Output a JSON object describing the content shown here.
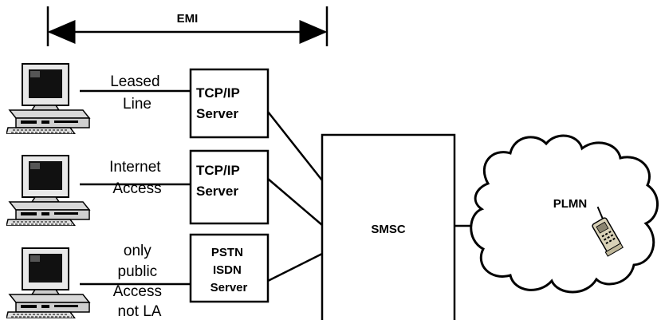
{
  "emi_label": "EMI",
  "connections": [
    {
      "label_lines": [
        "Leased",
        "Line"
      ]
    },
    {
      "label_lines": [
        "Internet",
        "Access"
      ]
    },
    {
      "label_lines": [
        "only",
        "public",
        "Access",
        "not LA"
      ]
    }
  ],
  "servers": [
    {
      "lines": [
        "TCP/IP",
        "Server"
      ]
    },
    {
      "lines": [
        "TCP/IP",
        "Server"
      ]
    },
    {
      "lines": [
        "PSTN",
        "ISDN",
        "Server"
      ]
    }
  ],
  "smsc_label": "SMSC",
  "plmn_label": "PLMN",
  "icons": {
    "computer": "desktop-computer-icon",
    "cloud": "cloud-network-icon",
    "phone": "mobile-phone-icon"
  }
}
